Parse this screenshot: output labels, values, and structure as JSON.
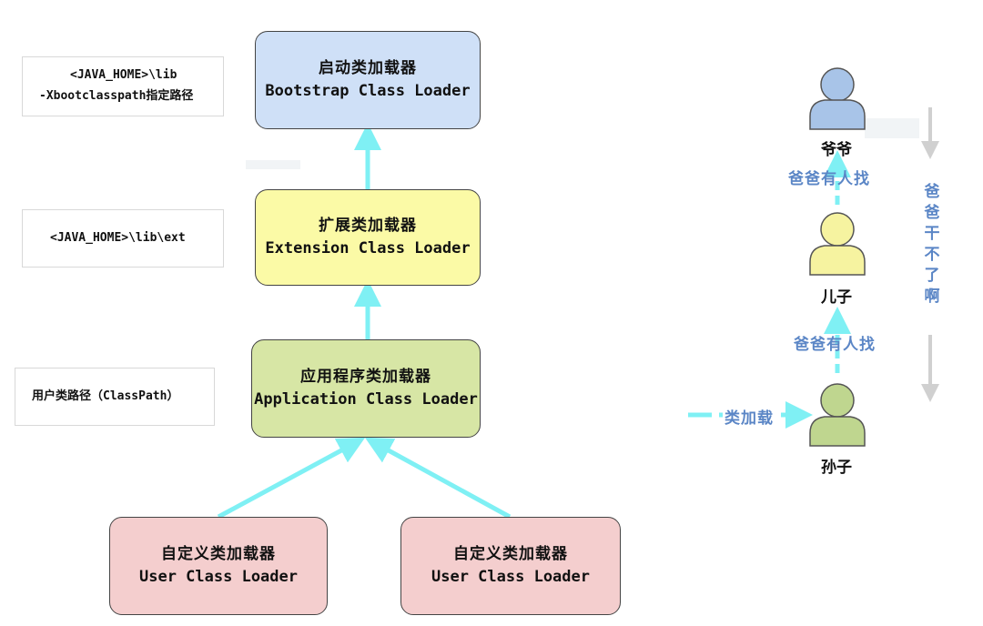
{
  "loaders": {
    "bootstrap": {
      "zh": "启动类加载器",
      "en": "Bootstrap Class Loader",
      "color": "#cfe0f7"
    },
    "extension": {
      "zh": "扩展类加载器",
      "en": "Extension Class Loader",
      "color": "#fbfaa6"
    },
    "application": {
      "zh": "应用程序类加载器",
      "en": "Application Class Loader",
      "color": "#d7e6a5"
    },
    "user1": {
      "zh": "自定义类加载器",
      "en": "User Class Loader",
      "color": "#f4cece"
    },
    "user2": {
      "zh": "自定义类加载器",
      "en": "User Class Loader",
      "color": "#f4cece"
    }
  },
  "notes": {
    "bootstrap": {
      "line1": "<JAVA_HOME>\\lib",
      "line2": "-Xbootclasspath指定路径"
    },
    "extension": {
      "line1": "<JAVA_HOME>\\lib\\ext"
    },
    "application": {
      "line1": "用户类路径（ClassPath）"
    }
  },
  "family": {
    "grandfather": {
      "name": "爷爷",
      "color": "#a8c4e8"
    },
    "son": {
      "name": "儿子",
      "color": "#f6f3a0"
    },
    "grandson": {
      "name": "孙子",
      "color": "#bfd68f"
    },
    "ask_upper": "爸爸有人找",
    "ask_lower": "爸爸有人找",
    "load_label": "类加载",
    "vertical_text": [
      "爸",
      "爸",
      "干",
      "不",
      "了",
      "啊"
    ]
  },
  "colors": {
    "arrow": "#7ff0f4",
    "label_blue": "#5b86c6",
    "gray_arrow": "#d0d0d0"
  }
}
